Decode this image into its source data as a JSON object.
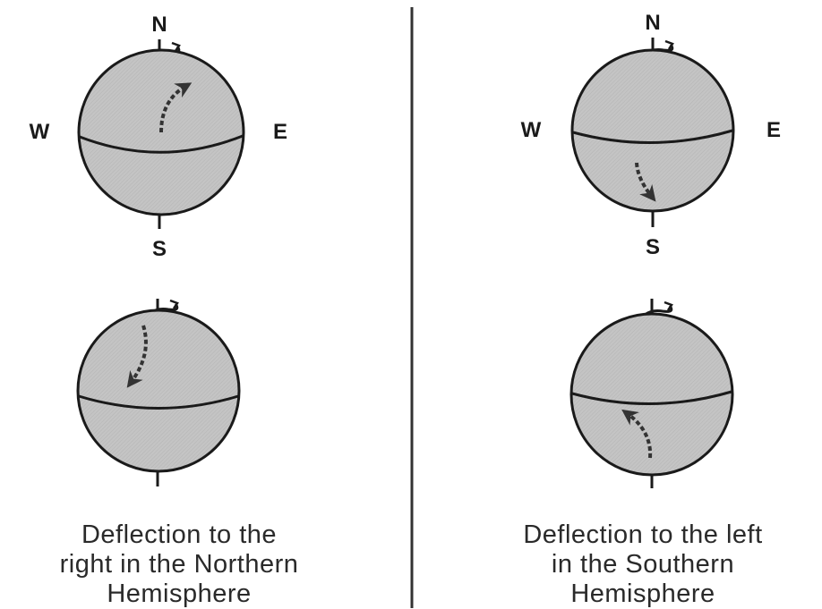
{
  "colors": {
    "globe_fill": "#c4c4c4",
    "globe_stroke": "#1a1a1a",
    "arrow": "#333333",
    "divider": "#333333",
    "background": "#ffffff"
  },
  "directions": {
    "north": "N",
    "south": "S",
    "west": "W",
    "east": "E"
  },
  "panels": [
    {
      "caption_lines": [
        "Deflection to the",
        "right in the Northern",
        "Hemisphere"
      ]
    },
    {
      "caption_lines": [
        "Deflection to the left",
        "in the Southern",
        "Hemisphere"
      ]
    }
  ]
}
